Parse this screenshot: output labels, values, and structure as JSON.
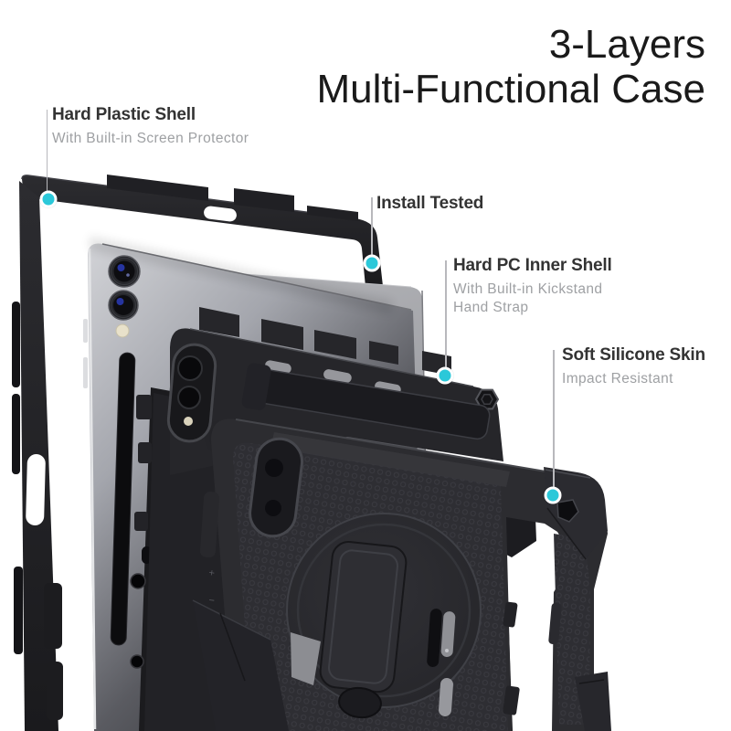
{
  "title": {
    "line1": "3-Layers",
    "line2": "Multi-Functional Case"
  },
  "callouts": [
    {
      "heading": "Hard Plastic Shell",
      "sub_lines": [
        "With Built-in Screen Protector"
      ]
    },
    {
      "heading": "Install Tested",
      "sub_lines": []
    },
    {
      "heading": "Hard PC Inner Shell",
      "sub_lines": [
        "With Built-in Kickstand",
        "Hand Strap"
      ]
    },
    {
      "heading": "Soft Silicone Skin",
      "sub_lines": [
        "Impact Resistant"
      ]
    }
  ],
  "illustration": {
    "volume_plus": "+",
    "volume_minus": "−"
  },
  "colors": {
    "background": "#FFFFFF",
    "accent_dot": "#2BC8D9",
    "callout_line": "#B8B8BC",
    "heading_text": "#333333",
    "sub_text": "#9EA0A3",
    "title_text": "#1A1A1A",
    "case_black": "#26262A",
    "tablet_gray": "#A9AAAE",
    "sheet_gray": "#A2A3A8"
  }
}
